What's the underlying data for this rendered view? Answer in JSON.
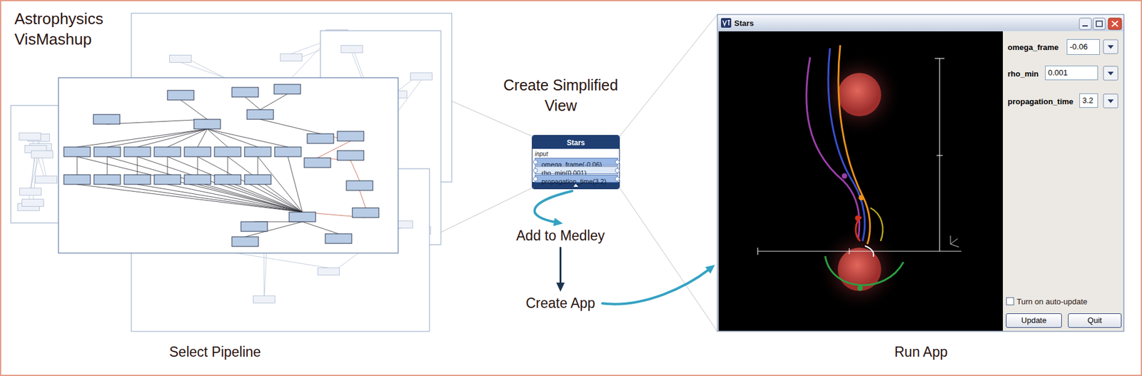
{
  "diagram": {
    "title": "Astrophysics VisMashup",
    "nodes": [
      {
        "text": [
          "Stars",
          "input"
        ]
      },
      {
        "text": [
          "omega_frame(-0.06)"
        ],
        "in": 0
      },
      {
        "text": [
          "rho_min(0.001)"
        ],
        "in": 0
      },
      {
        "text": [
          "propagation_time(3.2)"
        ],
        "in": 0
      },
      {
        "text": [
          "Add to Medley"
        ]
      },
      {
        "text": [
          "Create App"
        ]
      },
      {
        "text": [
          "Stars"
        ]
      },
      {
        "text": [
          "-0.06"
        ],
        "in": 6
      },
      {
        "text": [
          "0.001"
        ],
        "in": 6
      },
      {
        "text": [
          "3.2"
        ],
        "in": 6
      },
      {
        "text": [
          "Update"
        ],
        "in": 6
      },
      {
        "text": [
          "Quit"
        ],
        "in": 6
      }
    ],
    "edges": [
      {
        "from": 0,
        "to": 4,
        "arrow": "to"
      },
      {
        "from": 4,
        "to": 5,
        "arrow": "to"
      },
      {
        "from": 5,
        "to": 6,
        "arrow": "to"
      }
    ],
    "labels": [
      "Create Simplified View",
      "Select Pipeline",
      "omega_frame",
      "rho_min",
      "propagation_time",
      "Turn on auto-update",
      "Run App"
    ]
  }
}
